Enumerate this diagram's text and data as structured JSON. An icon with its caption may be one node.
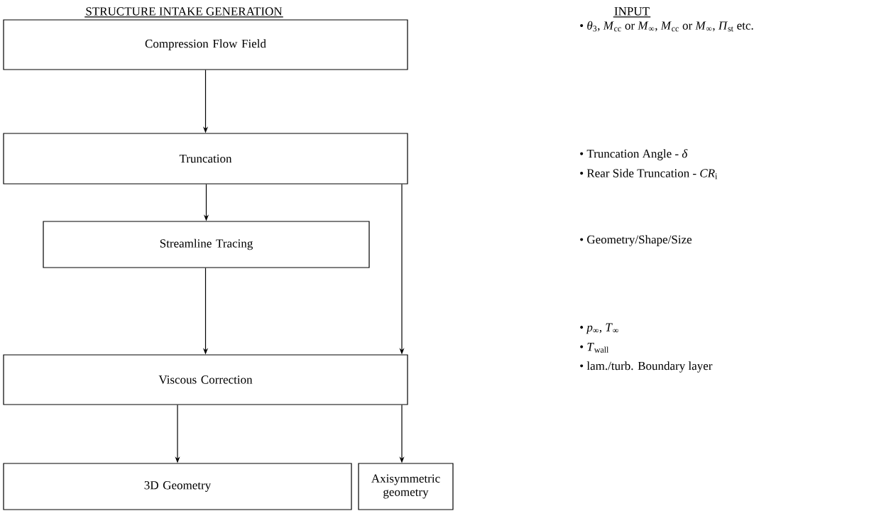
{
  "diagram": {
    "title": "STRUCTURE INTAKE GENERATION",
    "nodes": [
      {
        "text": [
          "Compression Flow Field"
        ]
      },
      {
        "text": [
          "Truncation"
        ]
      },
      {
        "text": [
          "Streamline Tracing"
        ]
      },
      {
        "text": [
          "Viscous Correction"
        ]
      },
      {
        "text": [
          "3D Geometry"
        ]
      },
      {
        "text": [
          "Axisymmetric geometry"
        ]
      }
    ],
    "edges": [
      {
        "from": 0,
        "to": 1,
        "arrow": "to"
      },
      {
        "from": 1,
        "to": 2,
        "arrow": "to"
      },
      {
        "from": 2,
        "to": 3,
        "arrow": "to"
      },
      {
        "from": 1,
        "to": 3,
        "arrow": "to"
      },
      {
        "from": 3,
        "to": 4,
        "arrow": "to"
      },
      {
        "from": 3,
        "to": 5,
        "arrow": "to"
      }
    ],
    "labels": [
      "INPUT",
      "• *θ*$_{3}$, *M*$_{cc}$ or *M*$_{∞}$, *M*$_{cc}$ or *M*$_{∞}$, *Π*$_{st}$  etc.",
      "• Truncation Angle - *δ*",
      "• Rear Side Truncation - *CR*$_{i}$",
      "• Geometry/Shape/Size",
      "• *p*$_{∞}$, *T*$_{∞}$",
      "• *T*$_{wall}$",
      "• lam./turb. Boundary layer"
    ]
  }
}
